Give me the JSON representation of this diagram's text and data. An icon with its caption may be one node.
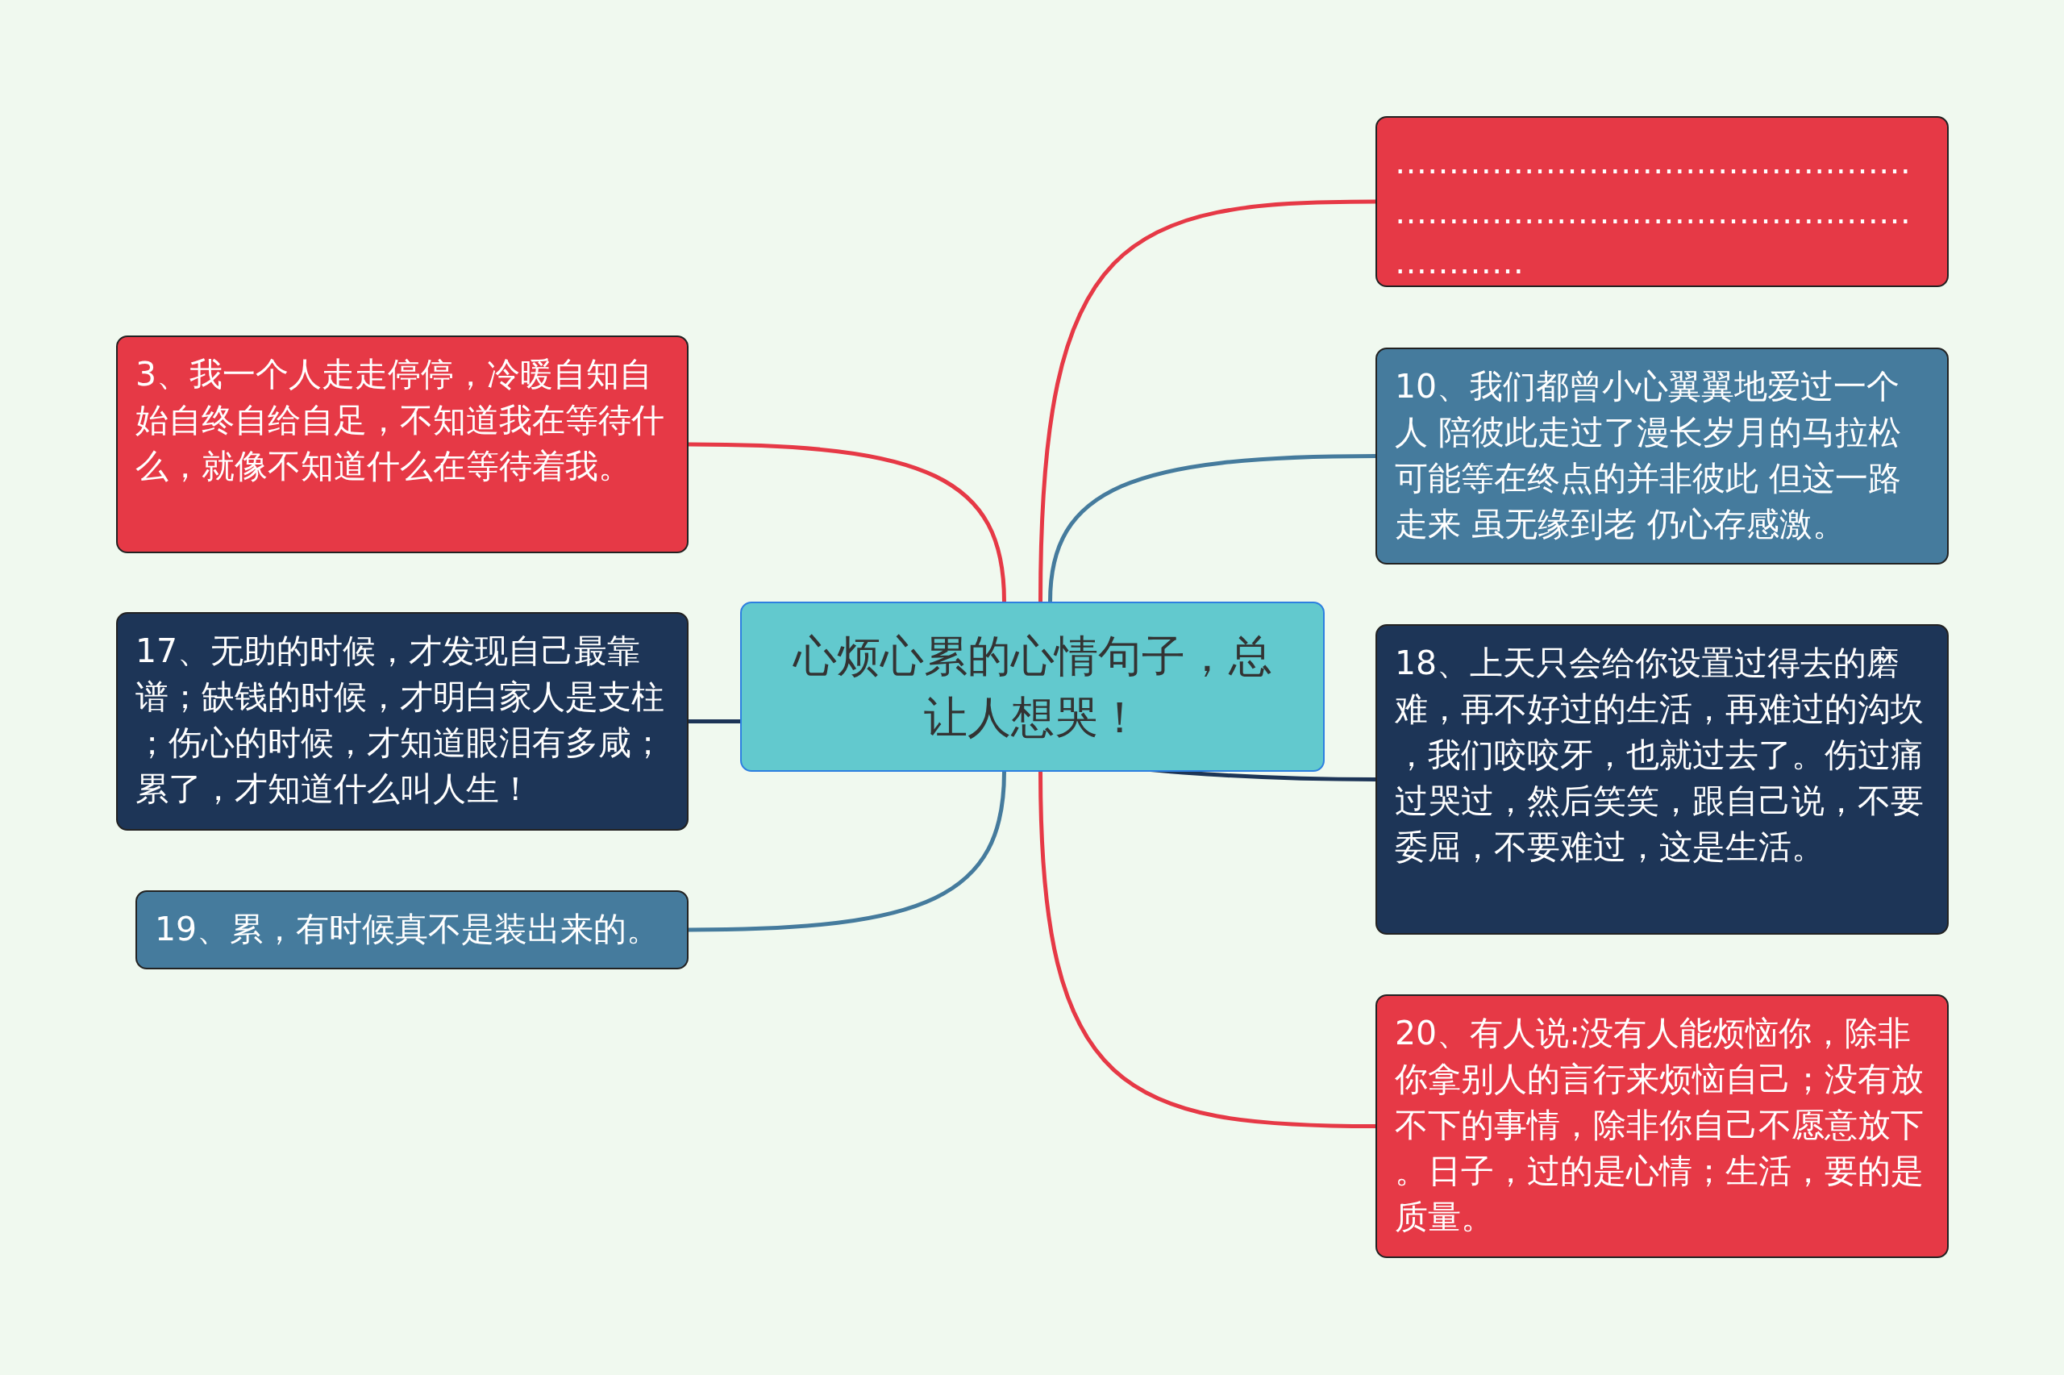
{
  "diagram": {
    "nodes": [
      {
        "text": [
          "心烦心累的心情句子，总让人想哭！"
        ]
      },
      {
        "text": [
          "3、我一个人走走停停，冷暖自知自始自终自给自足，不知道我在等待什么，就像不知道什么在等待着我。"
        ]
      },
      {
        "text": [
          "17、无助的时候，才发现自己最靠谱；缺钱的时候，才明白家人是支柱；伤心的时候，才知道眼泪有多咸；累了，才知道什么叫人生！"
        ]
      },
      {
        "text": [
          "19、累，有时候真不是装出来的。"
        ]
      },
      {
        "text": [
          "………………………………………………………………………………………………"
        ]
      },
      {
        "text": [
          "10、我们都曾小心翼翼地爱过一个人 陪彼此走过了漫长岁月的马拉松可能等在终点的并非彼此 但这一路走来 虽无缘到老 仍心存感激。"
        ]
      },
      {
        "text": [
          "18、上天只会给你设置过得去的磨难，再不好过的生活，再难过的沟坎，我们咬咬牙，也就过去了。伤过痛过哭过，然后笑笑，跟自己说，不要委屈，不要难过，这是生活。"
        ]
      },
      {
        "text": [
          "20、有人说:没有人能烦恼你，除非你拿别人的言行来烦恼自己；没有放不下的事情，除非你自己不愿意放下。日子，过的是心情；生活，要的是质量。"
        ]
      }
    ],
    "edges": [
      {
        "from": 0,
        "to": 1,
        "arrow": "none",
        "color": "#e63946"
      },
      {
        "from": 0,
        "to": 2,
        "arrow": "none",
        "color": "#1d3557"
      },
      {
        "from": 0,
        "to": 3,
        "arrow": "none",
        "color": "#457b9d"
      },
      {
        "from": 0,
        "to": 4,
        "arrow": "none",
        "color": "#e63946"
      },
      {
        "from": 0,
        "to": 5,
        "arrow": "none",
        "color": "#457b9d"
      },
      {
        "from": 0,
        "to": 6,
        "arrow": "none",
        "color": "#1d3557"
      },
      {
        "from": 0,
        "to": 7,
        "arrow": "none",
        "color": "#e63946"
      }
    ]
  }
}
